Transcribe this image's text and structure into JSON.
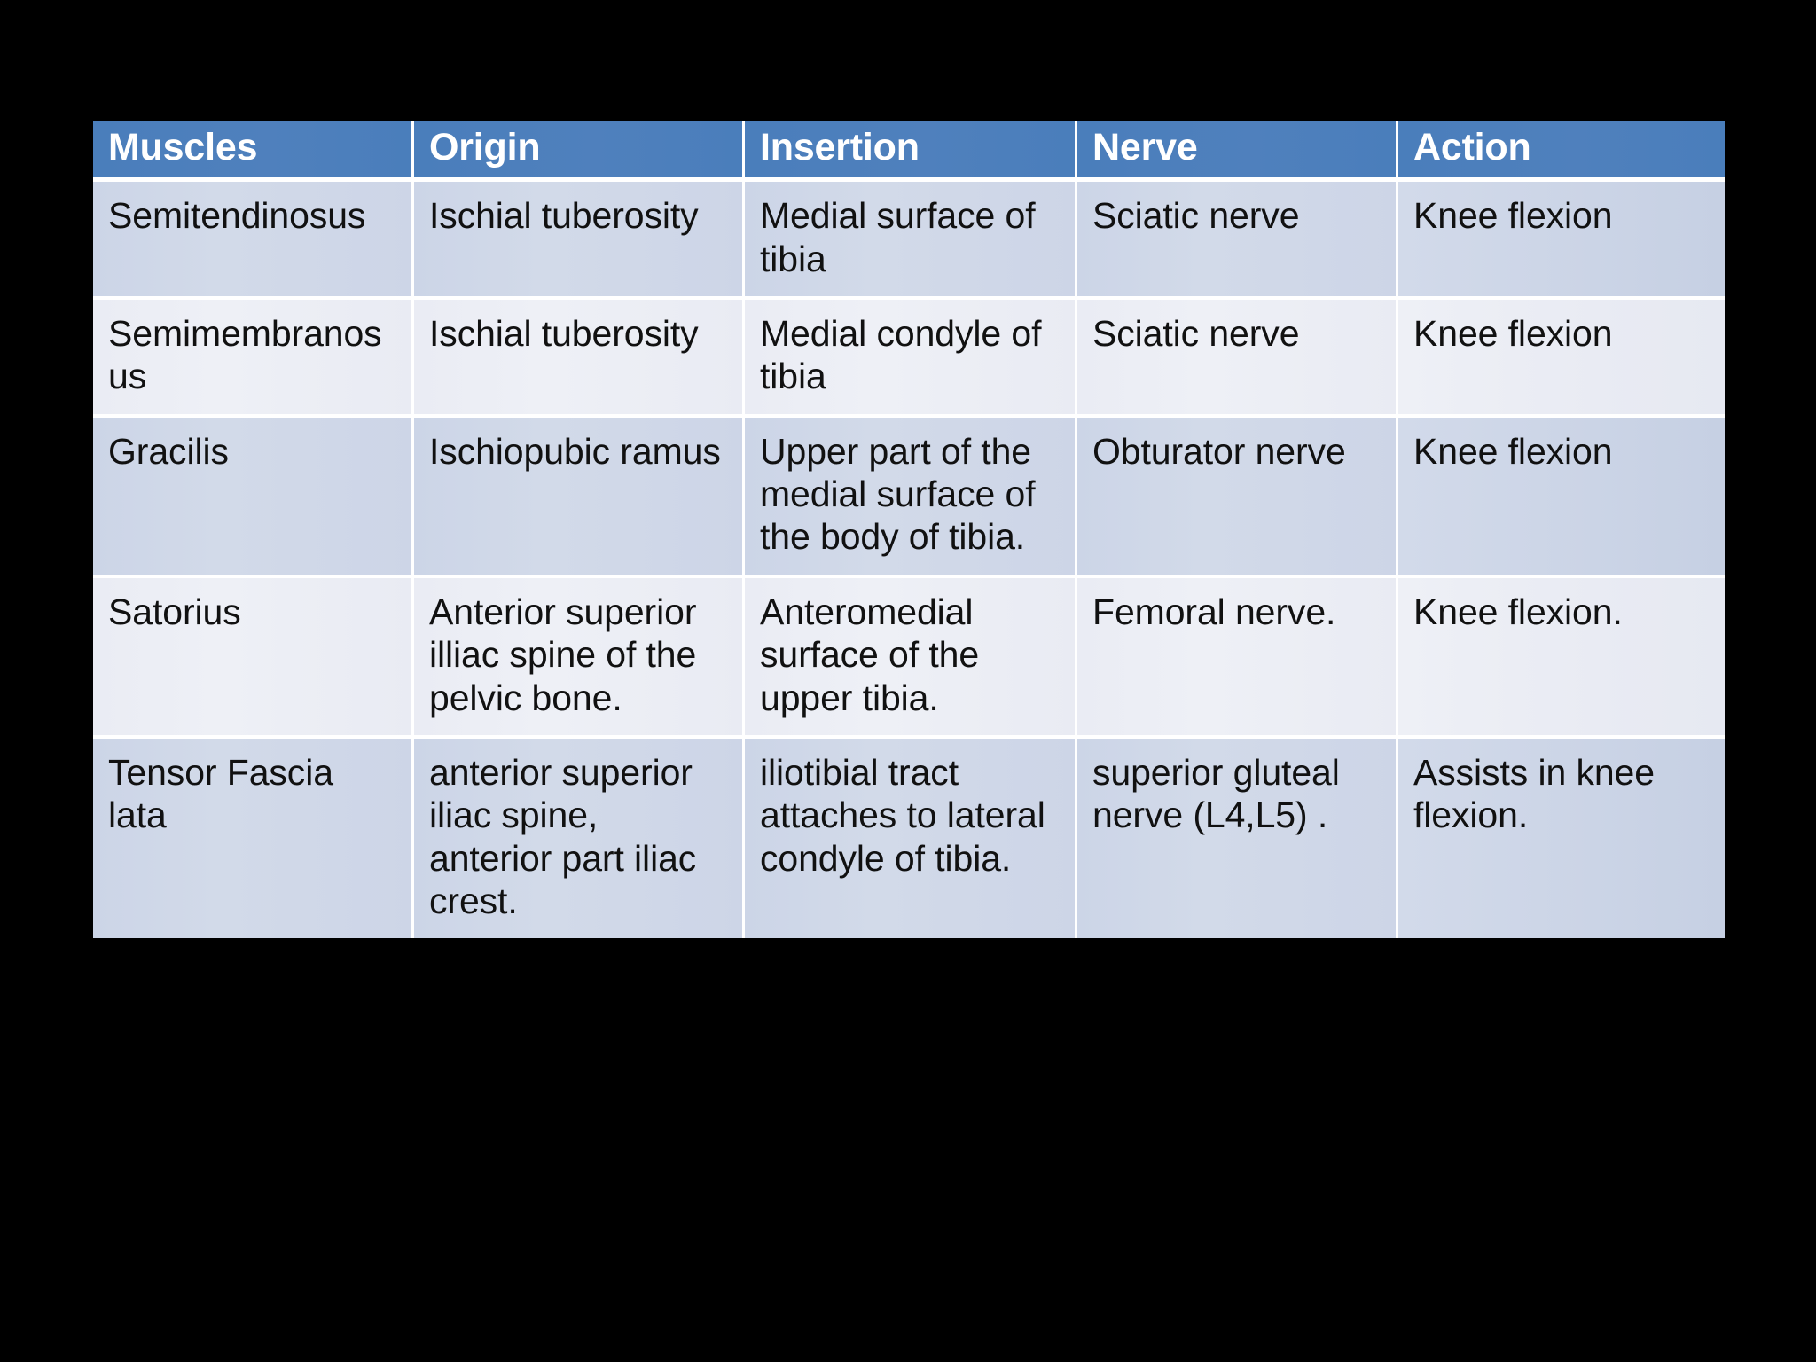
{
  "slide": {
    "background_color": "#000000",
    "header_color": "#4f80bd",
    "row_shade_dark": "#ccd5e7",
    "row_shade_light": "#eaecf4",
    "grid_line_color": "#ffffff"
  },
  "table": {
    "columns": [
      "Muscles",
      "Origin",
      "Insertion",
      "Nerve",
      "Action"
    ],
    "rows": [
      {
        "muscle": "Semitendinosus",
        "origin": "Ischial tuberosity",
        "insertion": "Medial surface of tibia",
        "nerve": "Sciatic nerve",
        "action": "Knee flexion"
      },
      {
        "muscle": "Semimembranosus",
        "origin": "Ischial tuberosity",
        "insertion": "Medial condyle of tibia",
        "nerve": "Sciatic nerve",
        "action": "Knee flexion"
      },
      {
        "muscle": "Gracilis",
        "origin": "Ischiopubic ramus",
        "insertion": "Upper part of the medial surface of the body of tibia.",
        "nerve": "Obturator nerve",
        "action": "Knee flexion"
      },
      {
        "muscle": "Satorius",
        "origin": "Anterior superior illiac spine of the pelvic bone.",
        "insertion": "Anteromedial surface of the upper tibia.",
        "nerve": "Femoral nerve.",
        "action": "Knee flexion."
      },
      {
        "muscle": "Tensor Fascia lata",
        "origin": "anterior superior iliac spine, anterior part iliac crest.",
        "insertion": "iliotibial tract attaches to lateral condyle of tibia.",
        "nerve": "superior gluteal nerve (L4,L5) .",
        "action": "Assists in knee flexion."
      }
    ]
  }
}
